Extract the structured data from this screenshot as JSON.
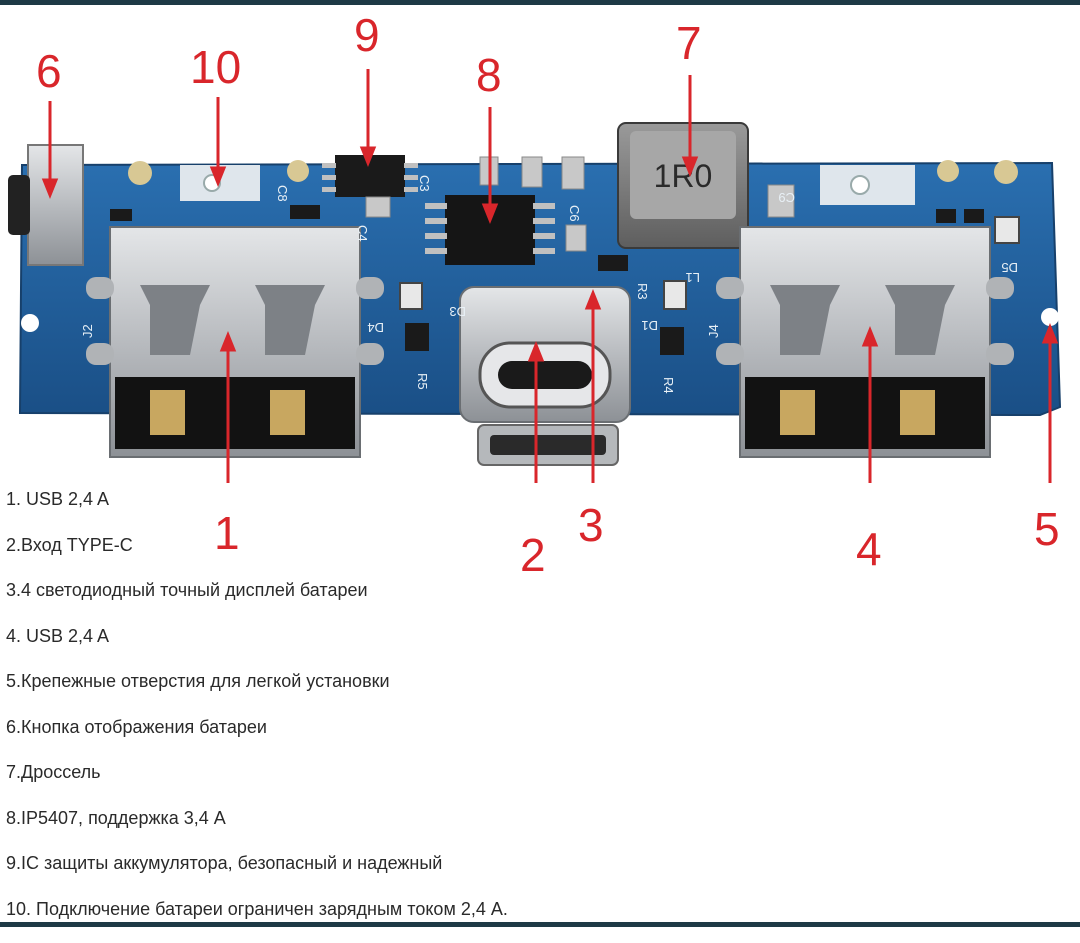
{
  "callouts": {
    "c1": "1",
    "c2": "2",
    "c3": "3",
    "c4": "4",
    "c5": "5",
    "c6": "6",
    "c7": "7",
    "c8": "8",
    "c9": "9",
    "c10": "10"
  },
  "board_markings": {
    "inductor": "1R0",
    "j2": "J2",
    "j4": "J4",
    "c8": "C8",
    "c3": "C3",
    "c4": "C4",
    "c6": "C6",
    "c9": "C9",
    "d1": "D1",
    "d3": "D3",
    "d4": "D4",
    "d5": "D5",
    "r3": "R3",
    "r4": "R4",
    "r5": "R5",
    "l1": "L1"
  },
  "legend": [
    "1. USB 2,4 A",
    "2.Вход TYPE-C",
    "3.4 светодиодный точный дисплей батареи",
    "4. USB 2,4 A",
    "5.Крепежные отверстия для легкой установки",
    "6.Кнопка отображения батареи",
    "7.Дроссель",
    "8.IP5407, поддержка 3,4 A",
    "9.IC защиты аккумулятора, безопасный и надежный",
    "10. Подключение батареи ограничен зарядным током 2,4 A."
  ],
  "colors": {
    "pcb": "#1f5e9c",
    "callout": "#d9262b",
    "metal": "#c9cbcd",
    "frame": "#1e3a46"
  }
}
